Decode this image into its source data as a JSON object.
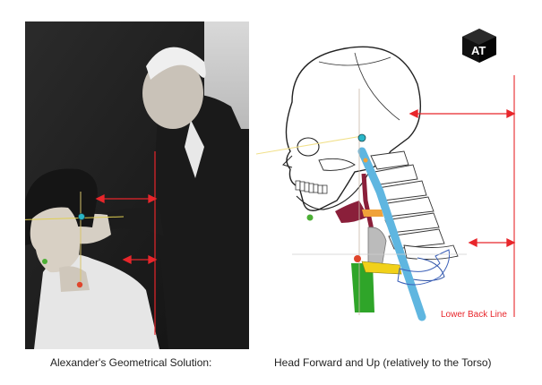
{
  "captions": {
    "left": "Alexander's Geometrical Solution:",
    "right": "Head Forward and Up (relatively to the Torso)"
  },
  "diagram": {
    "lower_back_label": "Lower Back Line",
    "logo_text": "AT"
  },
  "colors": {
    "guide_line": "#e8262b",
    "marker_cyan": "#29b6c8",
    "marker_green": "#4caf35",
    "marker_red": "#e0452b",
    "yellow_line": "#f1d11a",
    "spine_blue": "#5fb6e0",
    "torso_green": "#2fa529",
    "trachea_maroon": "#8a1f3a"
  }
}
